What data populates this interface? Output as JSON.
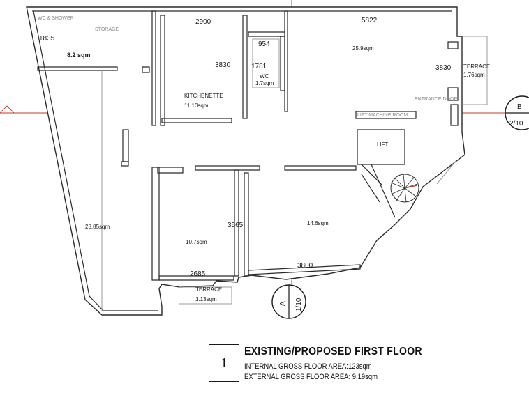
{
  "rooms": {
    "wc_shower": "WC & SHOWER",
    "storage": "STORAGE",
    "storage_area": "8.2 sqm",
    "kitchenette": "KITCHENETTE",
    "kitchenette_area": "11.10sqm",
    "wc": "WC",
    "wc_area": "1.7sqm",
    "main_room_area": "25.9sqm",
    "terrace_east": "TERRACE",
    "terrace_east_area": "1.76sqm",
    "entrance_door": "ENTRANCE DOOR",
    "lift_machine_room": "LIFT MACHINE ROOM",
    "lift": "LIFT",
    "west_room_area": "28.85sqm",
    "middle_room_area": "10.7sqm",
    "south_room_area": "14.6sqm",
    "terrace_south": "TERRACE",
    "terrace_south_area": "1.13sqm"
  },
  "dimensions": {
    "d1835": "1835",
    "d2900": "2900",
    "d5822": "5822",
    "d3830_left": "3830",
    "d1781": "1781",
    "d954": "954",
    "d3830_right": "3830",
    "d3565": "3565",
    "d2685": "2685",
    "d3800": "3800"
  },
  "section_markers": {
    "b_letter": "B",
    "b_ref": "2/10",
    "a_letter": "A",
    "a_ref": "1/10"
  },
  "title_block": {
    "number": "1",
    "title": "EXISTING/PROPOSED FIRST FLOOR",
    "internal_area": "INTERNAL GROSS FLOOR AREA:123sqm",
    "external_area": "EXTERNAL GROSS FLOOR AREA: 9.19sqm"
  },
  "colors": {
    "walls": "#2a2a2a",
    "section_lines": "#c0392b",
    "watermark": "#4a7fb5"
  },
  "watermark_icon": "m-circle-logo"
}
